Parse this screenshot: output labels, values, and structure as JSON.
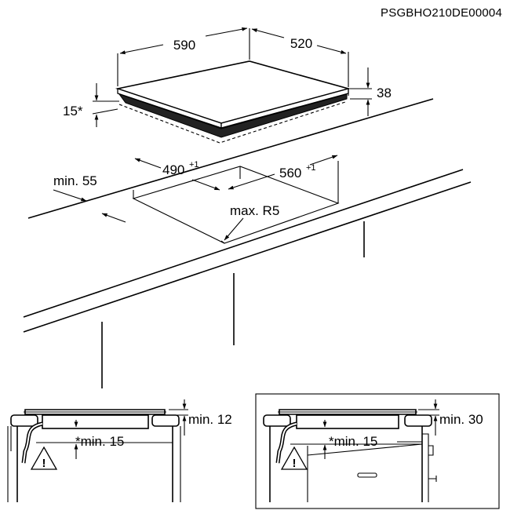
{
  "drawing_code": "PSGBHO210DE00004",
  "hob_dimensions": {
    "width": "590",
    "depth": "520",
    "height": "38",
    "edge_height": "15*"
  },
  "cutout_dimensions": {
    "width": "490",
    "width_tolerance": "+1",
    "depth": "560",
    "depth_tolerance": "+1",
    "edge_distance": "min. 55",
    "corner_radius": "max. R5"
  },
  "installation_left": {
    "top_clearance": "min. 12",
    "bottom_clearance": "*min. 15",
    "warning_icon": "warning-triangle-icon"
  },
  "installation_right": {
    "top_clearance": "min. 30",
    "bottom_clearance": "*min. 15",
    "warning_icon": "warning-triangle-icon"
  }
}
